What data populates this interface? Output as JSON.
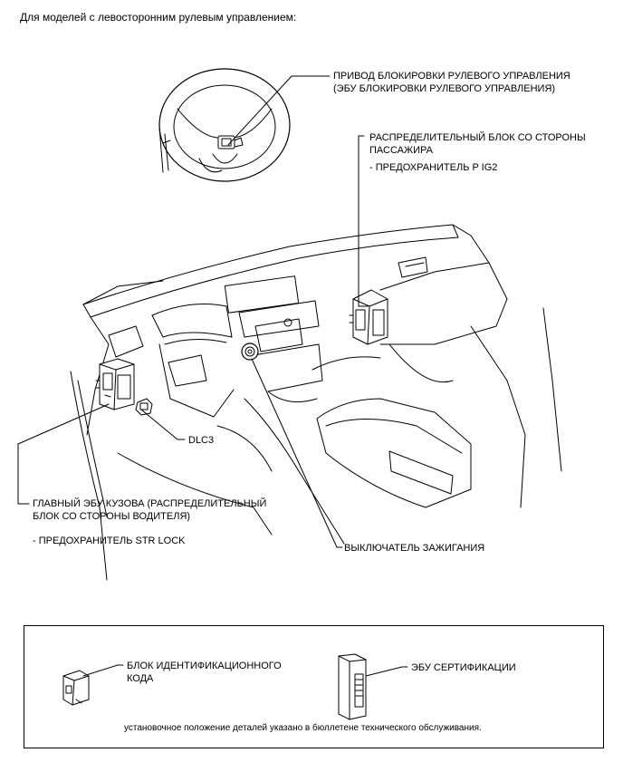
{
  "header": "Для моделей с левосторонним рулевым управлением:",
  "callouts": {
    "steering_lock_line1": "ПРИВОД БЛОКИРОВКИ РУЛЕВОГО УПРАВЛЕНИЯ",
    "steering_lock_line2": "(ЭБУ БЛОКИРОВКИ РУЛЕВОГО УПРАВЛЕНИЯ)",
    "passenger_jb_line1": "РАСПРЕДЕЛИТЕЛЬНЫЙ БЛОК СО СТОРОНЫ",
    "passenger_jb_line2": "ПАССАЖИРА",
    "passenger_jb_fuse": "- ПРЕДОХРАНИТЕЛЬ P IG2",
    "dlc3": "DLC3",
    "main_body_ecu_line1": "ГЛАВНЫЙ ЭБУ КУЗОВА (РАСПРЕДЕЛИТЕЛЬНЫЙ",
    "main_body_ecu_line2": "БЛОК СО СТОРОНЫ ВОДИТЕЛЯ)",
    "main_body_ecu_fuse": "- ПРЕДОХРАНИТЕЛЬ STR LOCK",
    "ignition_switch": "ВЫКЛЮЧАТЕЛЬ ЗАЖИГАНИЯ"
  },
  "legend": {
    "id_code_box_line1": "БЛОК ИДЕНТИФИКАЦИОННОГО",
    "id_code_box_line2": "КОДА",
    "certification_ecu": "ЭБУ СЕРТИФИКАЦИИ",
    "note": "установочное положение деталей указано в бюллетене технического обслуживания."
  }
}
